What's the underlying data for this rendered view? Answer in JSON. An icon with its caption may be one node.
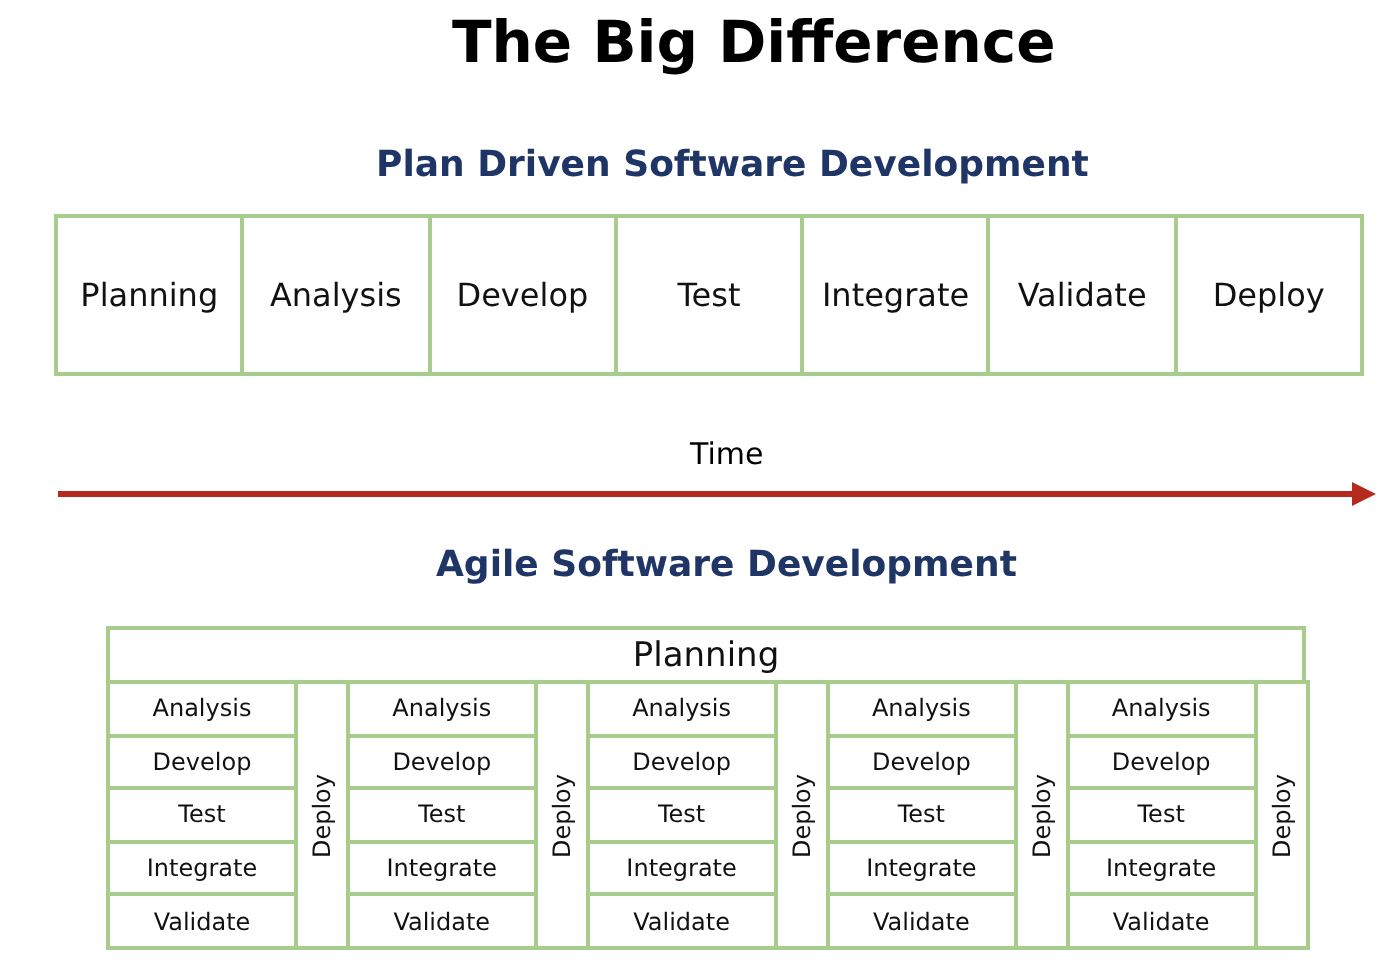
{
  "diagram": {
    "title": "The Big Difference",
    "nodes": [
      {
        "text": [
          "Planning"
        ]
      },
      {
        "text": [
          "Analysis"
        ]
      },
      {
        "text": [
          "Develop"
        ]
      },
      {
        "text": [
          "Test"
        ]
      },
      {
        "text": [
          "Integrate"
        ]
      },
      {
        "text": [
          "Validate"
        ]
      },
      {
        "text": [
          "Deploy"
        ]
      },
      {
        "text": [
          "Planning"
        ]
      },
      {
        "text": [
          "Analysis"
        ]
      },
      {
        "text": [
          "Develop"
        ]
      },
      {
        "text": [
          "Test"
        ]
      },
      {
        "text": [
          "Integrate"
        ]
      },
      {
        "text": [
          "Validate"
        ]
      },
      {
        "text": [
          "Deploy"
        ]
      },
      {
        "text": [
          "Analysis"
        ]
      },
      {
        "text": [
          "Develop"
        ]
      },
      {
        "text": [
          "Test"
        ]
      },
      {
        "text": [
          "Integrate"
        ]
      },
      {
        "text": [
          "Validate"
        ]
      },
      {
        "text": [
          "Deploy"
        ]
      },
      {
        "text": [
          "Analysis"
        ]
      },
      {
        "text": [
          "Develop"
        ]
      },
      {
        "text": [
          "Test"
        ]
      },
      {
        "text": [
          "Integrate"
        ]
      },
      {
        "text": [
          "Validate"
        ]
      },
      {
        "text": [
          "Deploy"
        ]
      },
      {
        "text": [
          "Analysis"
        ]
      },
      {
        "text": [
          "Develop"
        ]
      },
      {
        "text": [
          "Test"
        ]
      },
      {
        "text": [
          "Integrate"
        ]
      },
      {
        "text": [
          "Validate"
        ]
      },
      {
        "text": [
          "Deploy"
        ]
      },
      {
        "text": [
          "Analysis"
        ]
      },
      {
        "text": [
          "Develop"
        ]
      },
      {
        "text": [
          "Test"
        ]
      },
      {
        "text": [
          "Integrate"
        ]
      },
      {
        "text": [
          "Validate"
        ]
      },
      {
        "text": [
          "Deploy"
        ]
      }
    ],
    "labels": [
      "Plan Driven Software Development",
      "Time",
      "Agile Software Development"
    ]
  }
}
